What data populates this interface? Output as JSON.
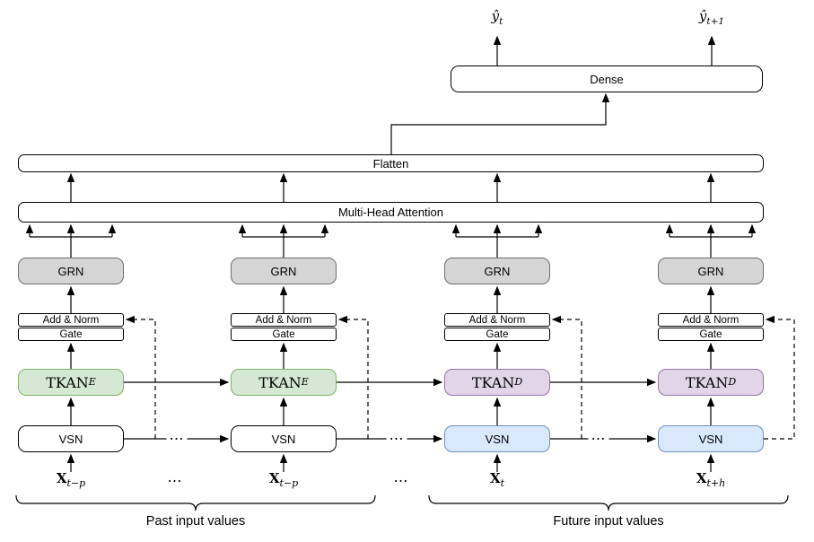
{
  "outputs": [
    {
      "base": "ŷ",
      "sub": "t"
    },
    {
      "base": "ŷ",
      "sub": "t+1"
    }
  ],
  "boxes": {
    "dense": "Dense",
    "flatten": "Flatten",
    "attention": "Multi-Head Attention"
  },
  "columns": [
    {
      "grn_label": "GRN",
      "add_norm_label": "Add & Norm",
      "gate_label": "Gate",
      "tkan_base": "TKAN",
      "tkan_sub": "E",
      "vsn_label": "VSN",
      "input_base": "X",
      "input_sub": "t−p"
    },
    {
      "grn_label": "GRN",
      "add_norm_label": "Add & Norm",
      "gate_label": "Gate",
      "tkan_base": "TKAN",
      "tkan_sub": "E",
      "vsn_label": "VSN",
      "input_base": "X",
      "input_sub": "t−p"
    },
    {
      "grn_label": "GRN",
      "add_norm_label": "Add & Norm",
      "gate_label": "Gate",
      "tkan_base": "TKAN",
      "tkan_sub": "D",
      "vsn_label": "VSN",
      "input_base": "X",
      "input_sub": "t"
    },
    {
      "grn_label": "GRN",
      "add_norm_label": "Add & Norm",
      "gate_label": "Gate",
      "tkan_base": "TKAN",
      "tkan_sub": "D",
      "vsn_label": "VSN",
      "input_base": "X",
      "input_sub": "t+h"
    }
  ],
  "groups": [
    {
      "label": "Past input values"
    },
    {
      "label": "Future input values"
    }
  ],
  "ellipsis": "…",
  "colors": {
    "encoder_fill": "#d5e8d4",
    "encoder_stroke": "#82b366",
    "decoder_fill": "#e1d5e7",
    "decoder_stroke": "#9673a6",
    "future_vsn_fill": "#dae8fc",
    "future_vsn_stroke": "#6c8ebf",
    "grn_fill": "#d5d5d5",
    "grn_stroke": "#6e6e6e",
    "line": "#000000"
  }
}
